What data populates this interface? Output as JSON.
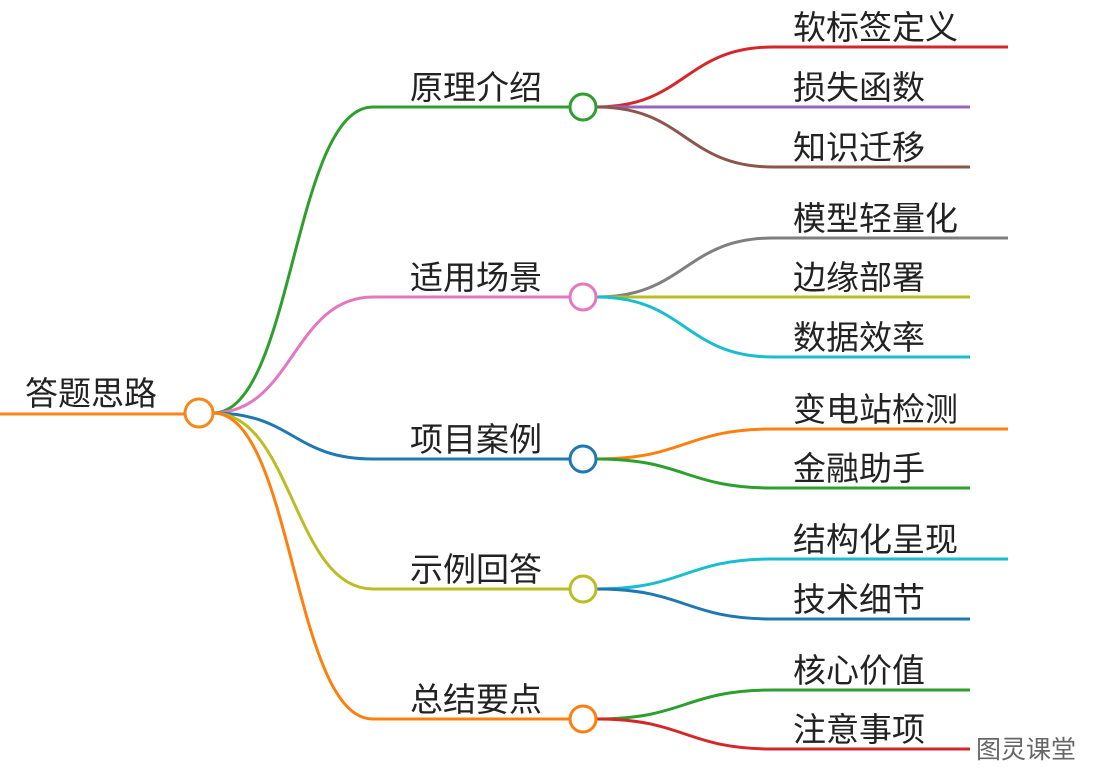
{
  "colors": {
    "root": "#f7861b",
    "background": "#ffffff",
    "text": "#222222",
    "watermark": "#666666"
  },
  "root": {
    "label": "答题思路",
    "color": "#f7861b"
  },
  "branches": [
    {
      "label": "原理介绍",
      "color": "#2e9f2e",
      "children": [
        {
          "label": "软标签定义",
          "color": "#d62728"
        },
        {
          "label": "损失函数",
          "color": "#9467bd"
        },
        {
          "label": "知识迁移",
          "color": "#8c564b"
        }
      ]
    },
    {
      "label": "适用场景",
      "color": "#e377c2",
      "children": [
        {
          "label": "模型轻量化",
          "color": "#7f7f7f"
        },
        {
          "label": "边缘部署",
          "color": "#bcbd22"
        },
        {
          "label": "数据效率",
          "color": "#17becf"
        }
      ]
    },
    {
      "label": "项目案例",
      "color": "#1f77b4",
      "children": [
        {
          "label": "变电站检测",
          "color": "#ff7f0e"
        },
        {
          "label": "金融助手",
          "color": "#2ca02c"
        }
      ]
    },
    {
      "label": "示例回答",
      "color": "#bcbd22",
      "children": [
        {
          "label": "结构化呈现",
          "color": "#17becf"
        },
        {
          "label": "技术细节",
          "color": "#1f77b4"
        }
      ]
    },
    {
      "label": "总结要点",
      "color": "#ff7f0e",
      "children": [
        {
          "label": "核心价值",
          "color": "#2ca02c"
        },
        {
          "label": "注意事项",
          "color": "#d62728"
        }
      ]
    }
  ],
  "watermark": "图灵课堂"
}
